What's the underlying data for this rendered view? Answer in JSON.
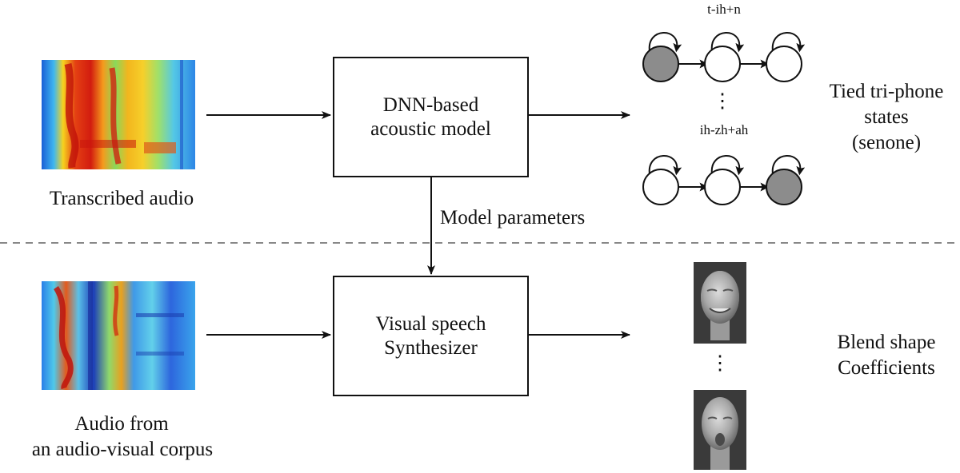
{
  "inputs": {
    "top_label": "Transcribed audio",
    "bottom_label_line1": "Audio from",
    "bottom_label_line2": "an audio-visual corpus"
  },
  "boxes": {
    "acoustic_line1": "DNN-based",
    "acoustic_line2": "acoustic model",
    "synth_line1": "Visual speech",
    "synth_line2": "Synthesizer"
  },
  "edges": {
    "model_parameters": "Model parameters"
  },
  "senones": {
    "triphone_top": "t-ih+n",
    "triphone_bottom": "ih-zh+ah",
    "ellipsis": "⋮",
    "label_line1": "Tied tri-phone",
    "label_line2": "states",
    "label_line3": "(senone)"
  },
  "outputs": {
    "ellipsis": "⋮",
    "label_line1": "Blend shape",
    "label_line2": "Coefficients"
  },
  "colors": {
    "shaded_state": "#8c8c8c",
    "line": "#111111",
    "divider": "#888888"
  }
}
